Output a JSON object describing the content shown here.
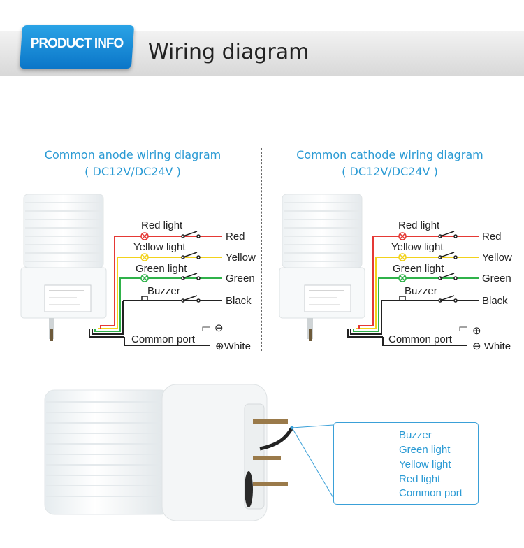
{
  "header": {
    "badge": "PRODUCT INFO",
    "title": "Wiring diagram"
  },
  "left": {
    "title": "Common anode wiring diagram",
    "subtitle": "( DC12V/DC24V )",
    "lights": [
      "Red light",
      "Yellow light",
      "Green light",
      "Buzzer"
    ],
    "wires": [
      "Red",
      "Yellow",
      "Green",
      "Black"
    ],
    "common_port": "Common port",
    "terminal_top": "⊖",
    "terminal_bottom": "⊕White"
  },
  "right": {
    "title": "Common cathode wiring diagram",
    "subtitle": "( DC12V/DC24V )",
    "lights": [
      "Red light",
      "Yellow light",
      "Green light",
      "Buzzer"
    ],
    "wires": [
      "Red",
      "Yellow",
      "Green",
      "Black"
    ],
    "common_port": "Common port",
    "terminal_top": "⊕",
    "terminal_bottom": "⊖ White"
  },
  "callout": {
    "items": [
      "Buzzer",
      "Green light",
      "Yellow light",
      "Red light",
      "Common port"
    ]
  },
  "colors": {
    "red": "#e53935",
    "yellow": "#f2d21b",
    "green": "#2fb24a",
    "black": "#222222",
    "accent": "#2a9ad4"
  }
}
